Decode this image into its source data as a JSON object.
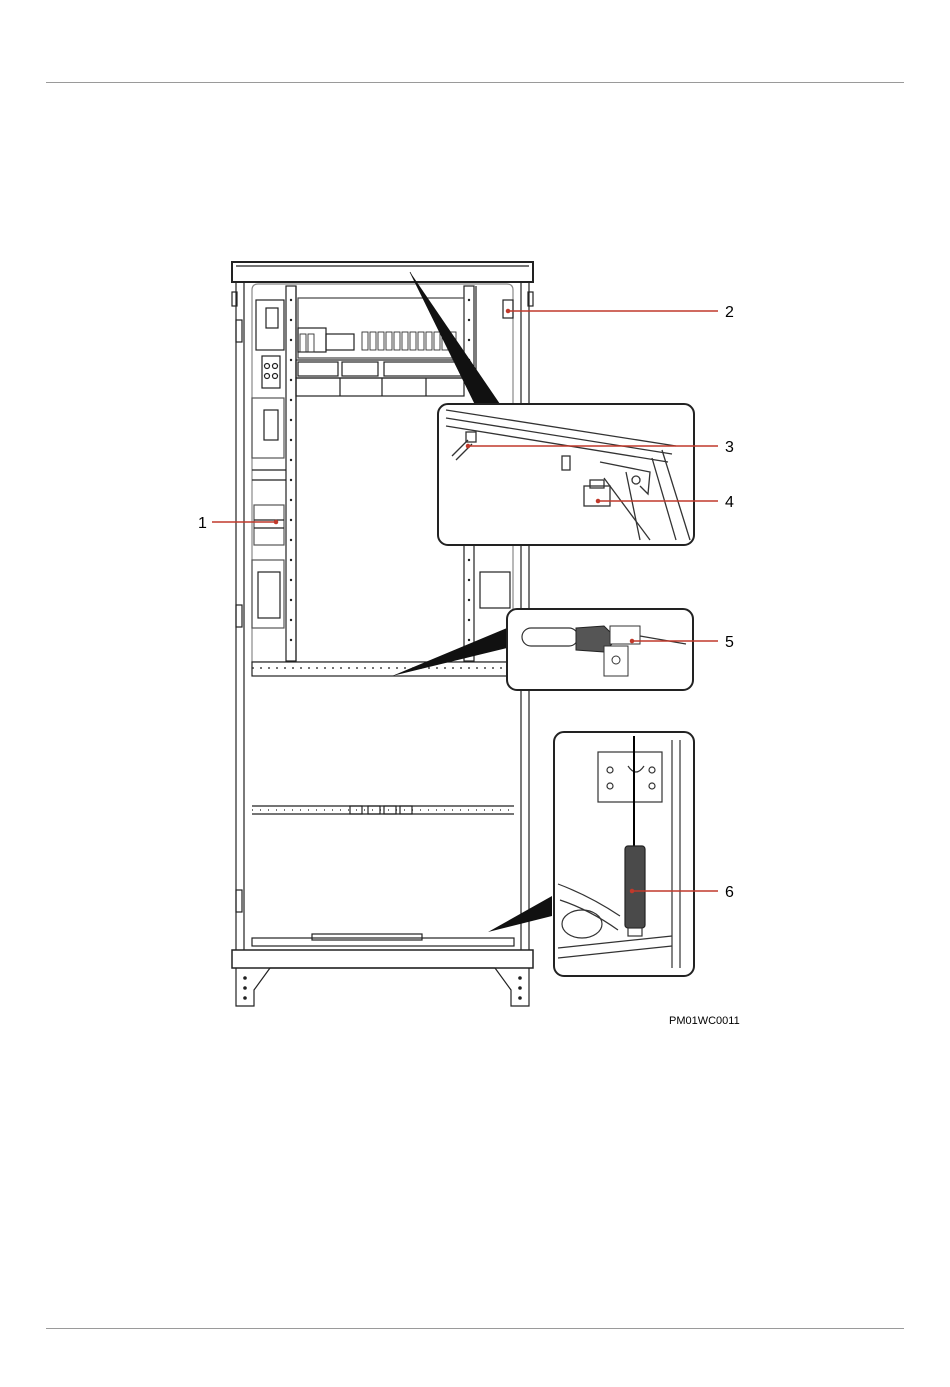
{
  "figure": {
    "figure_id": "PM01WC0011",
    "callouts": [
      "1",
      "2",
      "3",
      "4",
      "5",
      "6"
    ]
  }
}
